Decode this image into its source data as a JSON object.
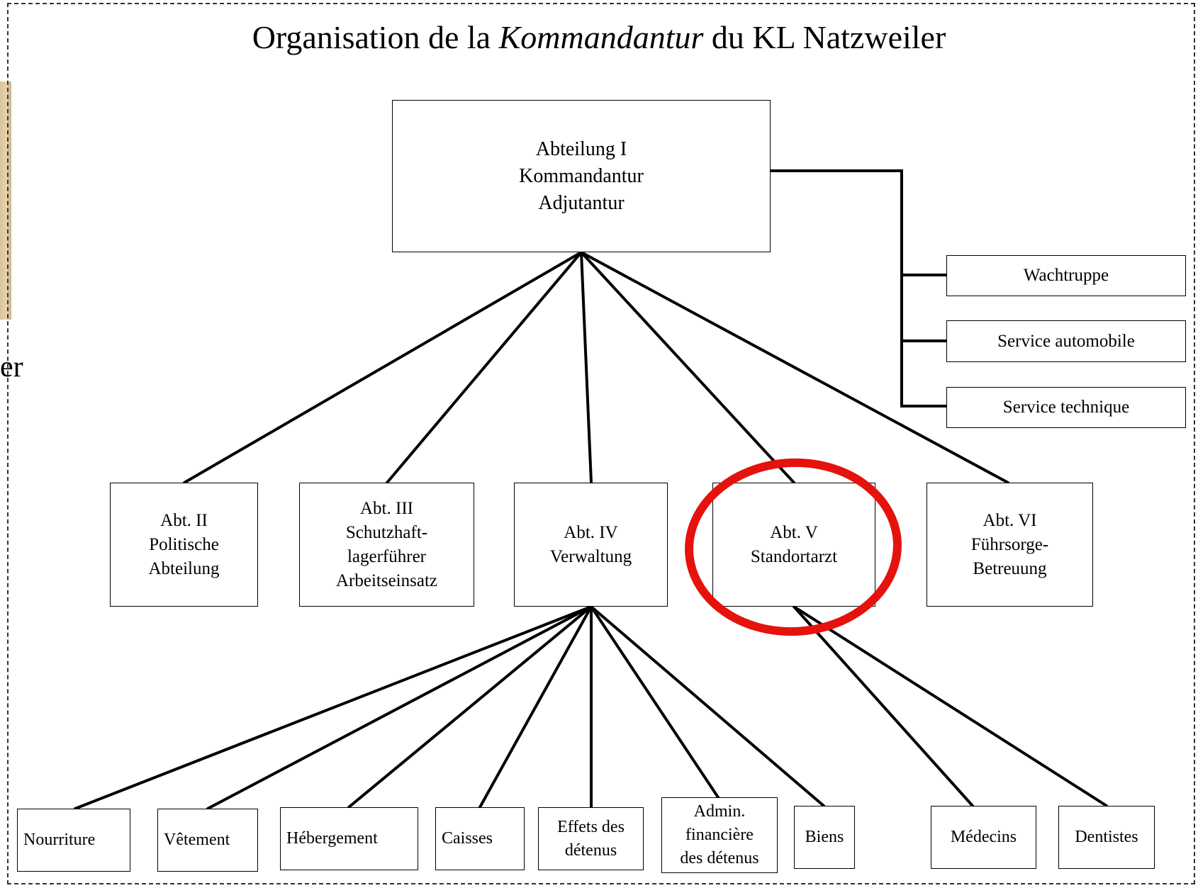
{
  "title": {
    "prefix": "Organisation de la ",
    "italic": "Kommandantur",
    "suffix": " du KL Natzweiler"
  },
  "left_fragment": "er",
  "root": "Abteilung I\nKommandantur\nAdjutantur",
  "services": {
    "wachtruppe": "Wachtruppe",
    "automobile": "Service automobile",
    "technique": "Service technique"
  },
  "departments": {
    "abt2": "Abt. II\nPolitische\nAbteilung",
    "abt3": "Abt. III\nSchutzhaft-\nlagerführer\nArbeitseinsatz",
    "abt4": "Abt. IV\nVerwaltung",
    "abt5": "Abt. V\nStandortarzt",
    "abt6": "Abt. VI\nFührsorge-\nBetreuung"
  },
  "sub_units": {
    "nourriture": "Nourriture",
    "vetement": "Vêtement",
    "hebergement": "Hébergement",
    "caisses": "Caisses",
    "effets": "Effets des\ndétenus",
    "admin": "Admin.\nfinancière\ndes détenus",
    "biens": "Biens",
    "medecins": "Médecins",
    "dentistes": "Dentistes"
  },
  "colors": {
    "highlight": "#e5120d",
    "parchment": "#d8c49b"
  }
}
